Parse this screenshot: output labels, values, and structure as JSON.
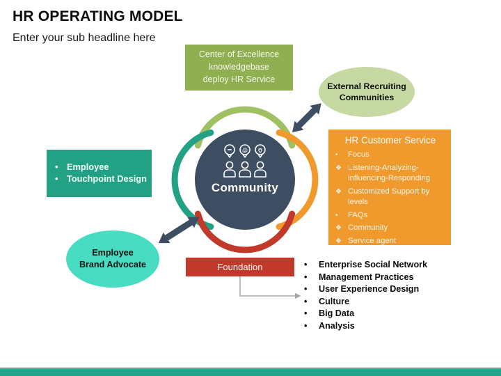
{
  "slide": {
    "title": "HR OPERATING MODEL",
    "subtitle": "Enter your sub headline here"
  },
  "colors": {
    "green_box": "#8FAF50",
    "arc_green": "#9FC163",
    "light_green_ellipse": "#C6D9A2",
    "teal": "#23A185",
    "mint_ellipse": "#48DCC2",
    "orange": "#F09A2D",
    "red": "#C0392B",
    "dark_circle": "#3D4D62",
    "arrow": "#3D4E63",
    "connector_gray": "#A8A8A8",
    "footer_bar": "#21A48B"
  },
  "center": {
    "label": "Community",
    "icon": "community-people-icon"
  },
  "boxes": {
    "center_of_excellence": {
      "lines": [
        "Center of Excellence",
        "knowledgebase",
        "deploy HR Service"
      ]
    },
    "external_recruiting": {
      "lines": [
        "External Recruiting",
        "Communities"
      ]
    },
    "hr_customer_service": {
      "title": "HR Customer Service",
      "items": [
        {
          "bullet": "•",
          "label": "Focus"
        },
        {
          "bullet": "❖",
          "label": "Listening-Analyzing-influencing-Responding"
        },
        {
          "bullet": "❖",
          "label": "Customized Support by levels"
        },
        {
          "bullet": "•",
          "label": "FAQs"
        },
        {
          "bullet": "❖",
          "label": "Community"
        },
        {
          "bullet": "❖",
          "label": "Service agent"
        }
      ]
    },
    "employee_touchpoint": {
      "items": [
        {
          "bullet": "•",
          "label": "Employee"
        },
        {
          "bullet": "•",
          "label": "Touchpoint Design"
        }
      ]
    },
    "employee_brand_advocate": {
      "lines": [
        "Employee",
        "Brand Advocate"
      ]
    },
    "foundation": {
      "label": "Foundation"
    }
  },
  "foundation_list": {
    "items": [
      {
        "bullet": "•",
        "label": "Enterprise Social Network"
      },
      {
        "bullet": "•",
        "label": "Management Practices"
      },
      {
        "bullet": "•",
        "label": "User Experience Design"
      },
      {
        "bullet": "•",
        "label": "Culture"
      },
      {
        "bullet": "•",
        "label": "Big Data"
      },
      {
        "bullet": "•",
        "label": "Analysis"
      }
    ]
  }
}
